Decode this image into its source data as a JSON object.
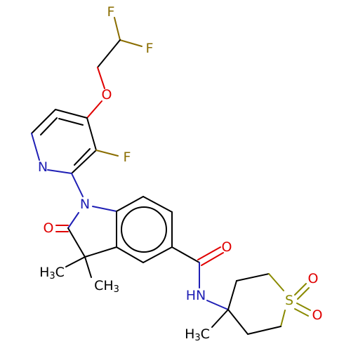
{
  "colors": {
    "carbon": "#000000",
    "nitrogen": "#1f1fb5",
    "oxygen": "#e00000",
    "fluorine": "#8a6d00",
    "sulfur": "#8a8a00"
  },
  "atoms": {
    "f_top": "F",
    "f_right": "F",
    "o_ether": "O",
    "f_pyridine": "F",
    "n_pyridine": "N",
    "n_indolinone": "N",
    "o_lactam": "O",
    "me1": "H",
    "me1_sub": "3",
    "me1_c": "C",
    "me2_ch": "CH",
    "me2_sub": "3",
    "o_amide": "O",
    "nh": "HN",
    "s": "S",
    "o_s1": "O",
    "o_s2": "O",
    "me3_h": "H",
    "me3_sub": "3",
    "me3_c": "C"
  }
}
